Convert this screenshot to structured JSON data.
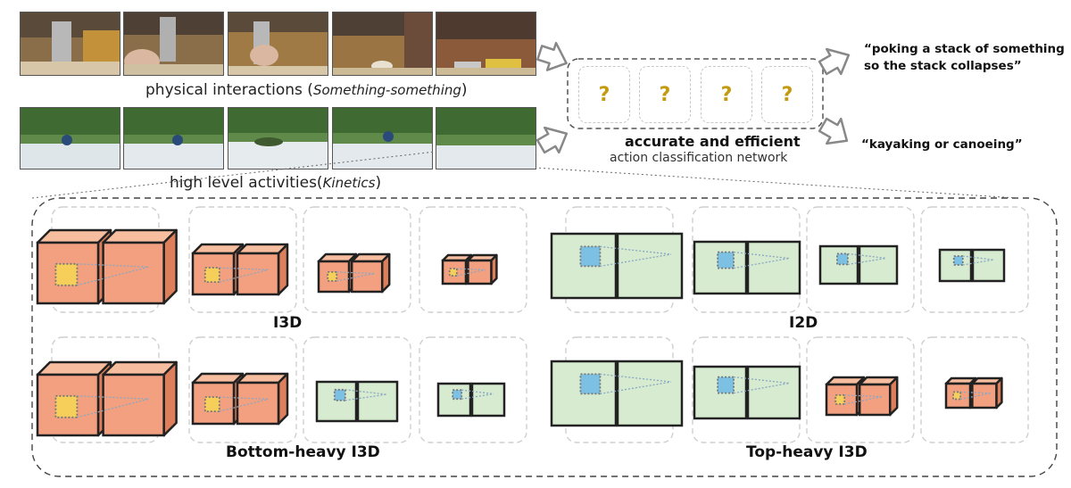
{
  "captions": {
    "physical_a": "physical interactions (",
    "physical_b": "Something-something",
    "physical_c": ")",
    "highlevel_a": "high level activities(",
    "highlevel_b": "Kinetics",
    "highlevel_c": ")"
  },
  "network": {
    "title": "accurate and efficient",
    "subtitle": "action classification network",
    "unknown_symbol": "?"
  },
  "outputs": {
    "quote1_line1": "“poking a stack of something",
    "quote1_line2": "so the stack collapses”",
    "quote2": "“kayaking or canoeing”"
  },
  "architectures": {
    "i3d": "I3D",
    "i2d": "I2D",
    "bottom_heavy": "Bottom-heavy I3D",
    "top_heavy": "Top-heavy I3D"
  },
  "colors": {
    "orange_front": "#f2a07f",
    "orange_top": "#f6bd9f",
    "orange_side": "#dd7f5a",
    "green_square": "#d6ebcf",
    "kernel_yellow": "#f5cf5a",
    "kernel_blue": "#7cc1e3",
    "question_gold": "#c49b10"
  }
}
